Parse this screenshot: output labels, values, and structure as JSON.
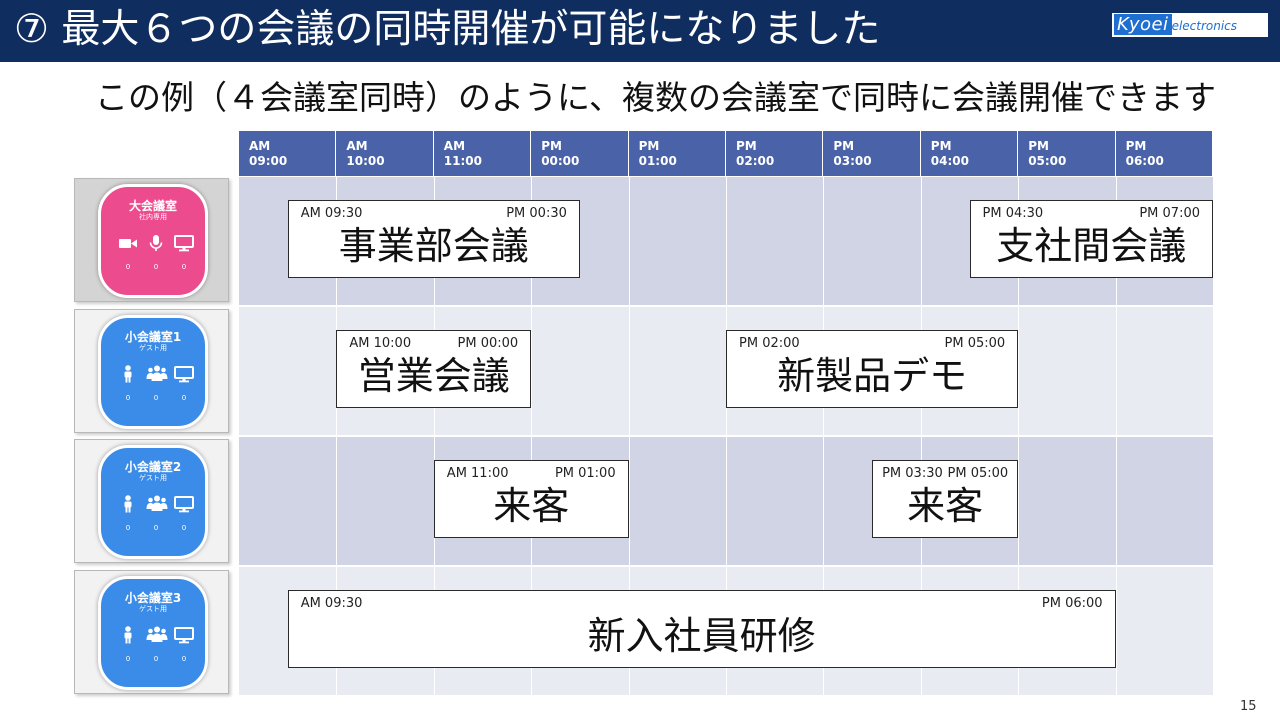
{
  "header": {
    "title": "⑦ 最大６つの会議の同時開催が可能になりました",
    "logo_part1": "Kyoei",
    "logo_part2": "electronics",
    "subtitle": "この例（４会議室同時）のように、複数の会議室で同時に会議開催できます"
  },
  "timeline": [
    {
      "ampm": "AM",
      "time": "09:00"
    },
    {
      "ampm": "AM",
      "time": "10:00"
    },
    {
      "ampm": "AM",
      "time": "11:00"
    },
    {
      "ampm": "PM",
      "time": "00:00"
    },
    {
      "ampm": "PM",
      "time": "01:00"
    },
    {
      "ampm": "PM",
      "time": "02:00"
    },
    {
      "ampm": "PM",
      "time": "03:00"
    },
    {
      "ampm": "PM",
      "time": "04:00"
    },
    {
      "ampm": "PM",
      "time": "05:00"
    },
    {
      "ampm": "PM",
      "time": "06:00"
    }
  ],
  "rooms": [
    {
      "name": "大会議室",
      "sub": "社内専用",
      "color": "#ec4b8d",
      "icons": [
        "video-camera-icon",
        "microphone-icon",
        "monitor-icon"
      ],
      "counts": [
        "0",
        "0",
        "0"
      ]
    },
    {
      "name": "小会議室1",
      "sub": "ゲスト用",
      "color": "#3b8be8",
      "icons": [
        "person-icon",
        "group-icon",
        "monitor-icon"
      ],
      "counts": [
        "0",
        "0",
        "0"
      ]
    },
    {
      "name": "小会議室2",
      "sub": "ゲスト用",
      "color": "#3b8be8",
      "icons": [
        "person-icon",
        "group-icon",
        "monitor-icon"
      ],
      "counts": [
        "0",
        "0",
        "0"
      ]
    },
    {
      "name": "小会議室3",
      "sub": "ゲスト用",
      "color": "#3b8be8",
      "icons": [
        "person-icon",
        "group-icon",
        "monitor-icon"
      ],
      "counts": [
        "0",
        "0",
        "0"
      ]
    }
  ],
  "events": [
    {
      "room": 0,
      "start": "AM 09:30",
      "end": "PM 00:30",
      "title": "事業部会議"
    },
    {
      "room": 0,
      "start": "PM 04:30",
      "end": "PM 07:00",
      "title": "支社間会議"
    },
    {
      "room": 1,
      "start": "AM 10:00",
      "end": "PM 00:00",
      "title": "営業会議"
    },
    {
      "room": 1,
      "start": "PM 02:00",
      "end": "PM 05:00",
      "title": "新製品デモ"
    },
    {
      "room": 2,
      "start": "AM 11:00",
      "end": "PM 01:00",
      "title": "来客"
    },
    {
      "room": 2,
      "start": "PM 03:30",
      "end": "PM 05:00",
      "title": "来客"
    },
    {
      "room": 3,
      "start": "AM 09:30",
      "end": "PM 06:00",
      "title": "新入社員研修"
    }
  ],
  "page_number": "15"
}
